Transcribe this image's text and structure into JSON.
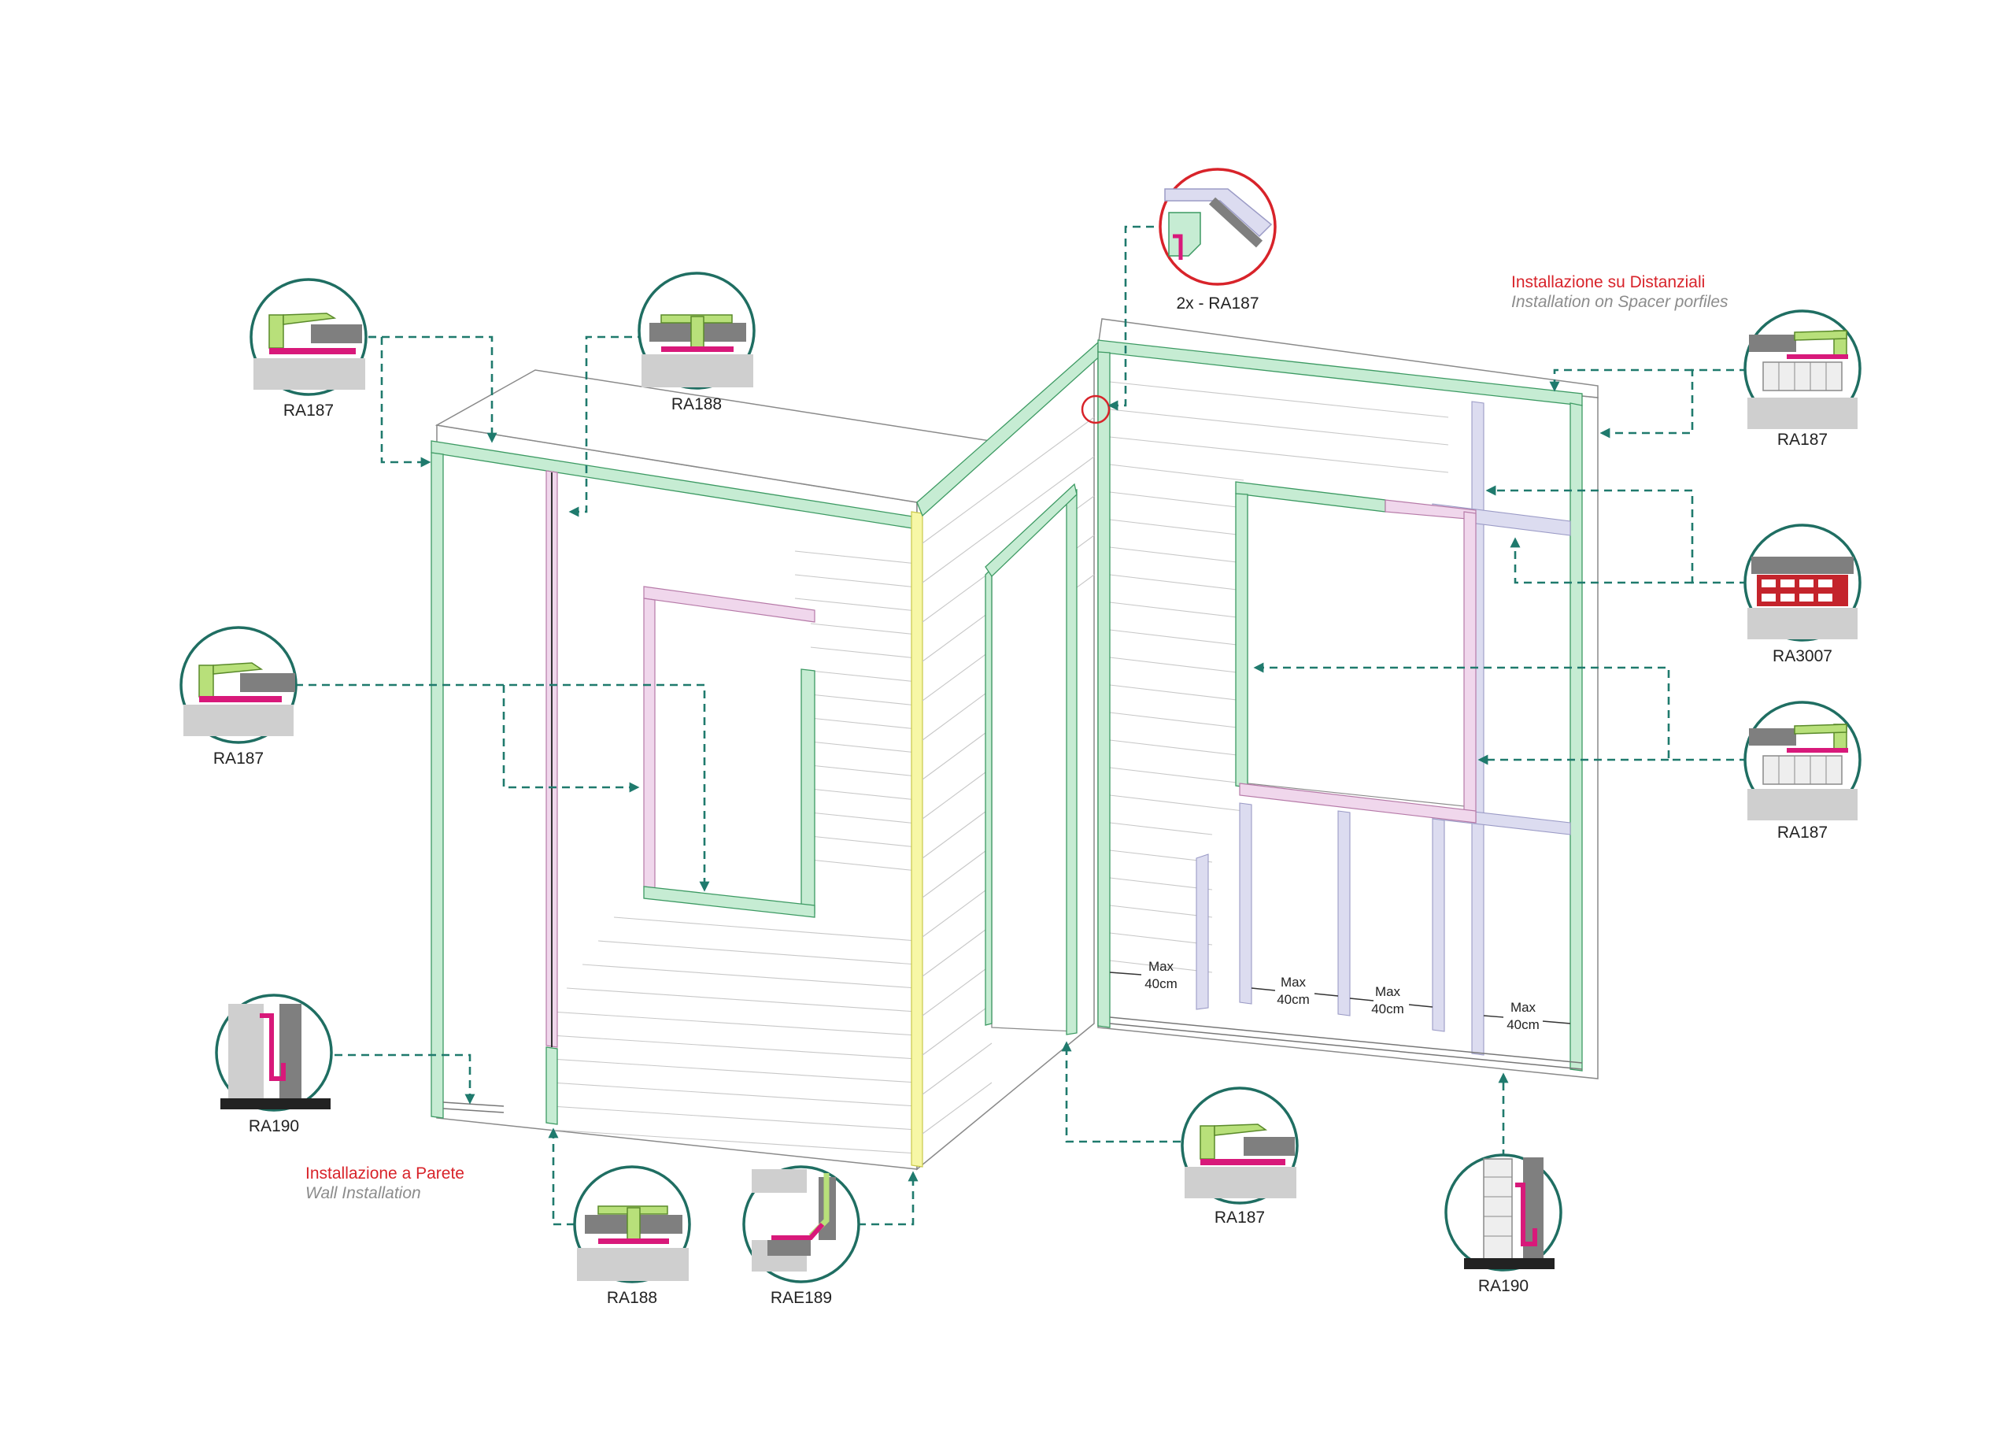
{
  "headings": {
    "wall_it": "Installazione a Parete",
    "wall_en": "Wall Installation",
    "spacer_it": "Installazione su Distanziali",
    "spacer_en": "Installation on Spacer porfiles"
  },
  "labels": {
    "ra187_top_left": "RA187",
    "ra188_top": "RA188",
    "ra187_mid_left": "RA187",
    "ra190_left": "RA190",
    "ra188_bottom": "RA188",
    "rae189_bottom": "RAE189",
    "corner_top": "2x - RA187",
    "ra187_right_top": "RA187",
    "ra3007_right": "RA3007",
    "ra187_right_mid": "RA187",
    "ra187_bottom_center": "RA187",
    "ra190_right": "RA190"
  },
  "spacing": {
    "max": "Max",
    "dist": "40cm"
  },
  "colors": {
    "arrow": "#1f7a6d",
    "heading_red": "#d8232a",
    "profile_green": "#c6ecd3",
    "profile_pink": "#f0d7ec",
    "profile_yellow": "#f7f7a6",
    "profile_magenta": "#d8197a"
  }
}
